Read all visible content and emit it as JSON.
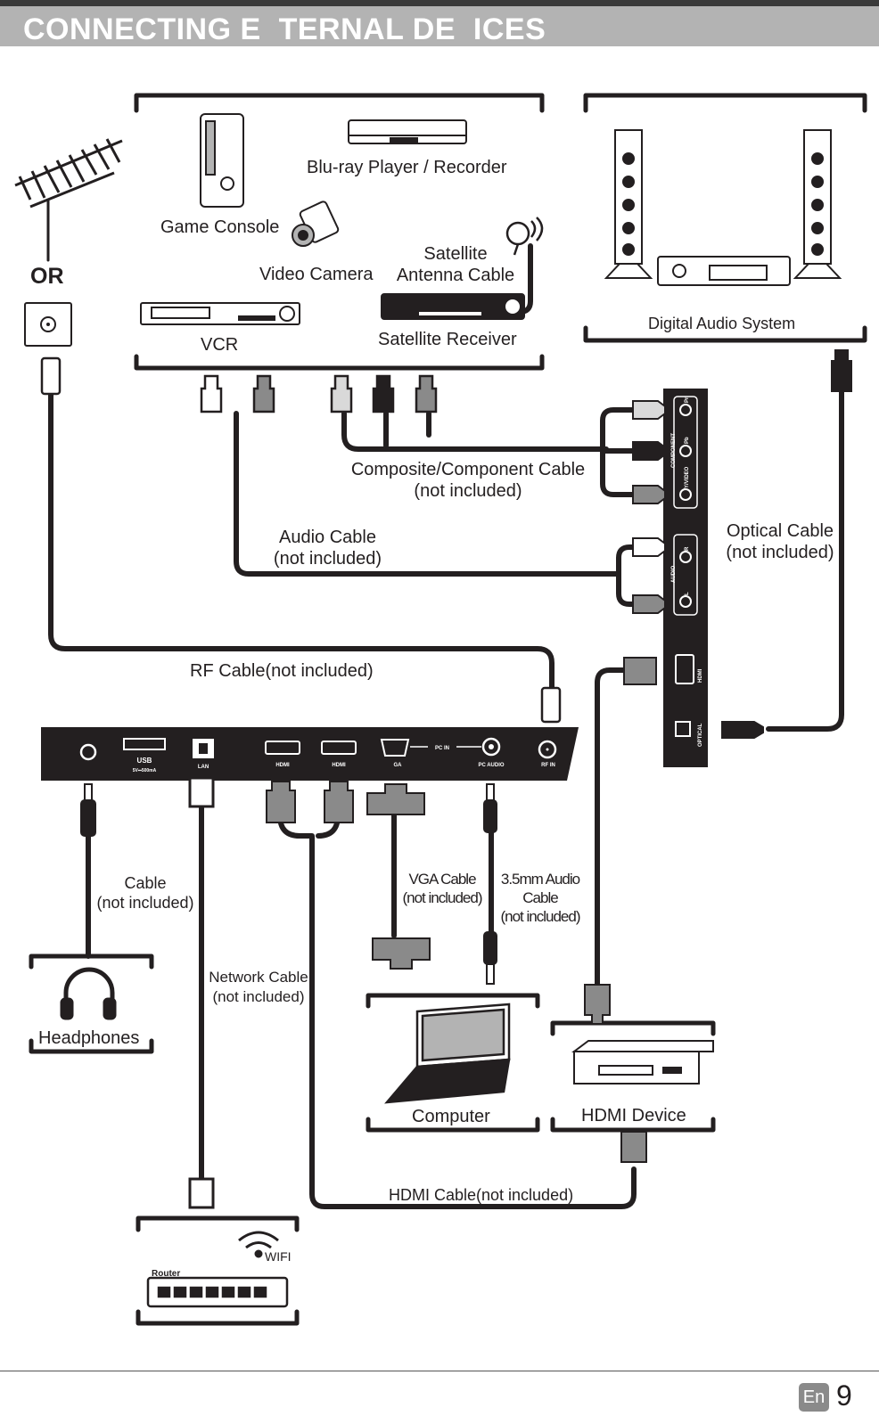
{
  "header": {
    "title": "CONNECTING E  TERNAL DE  ICES"
  },
  "devices": {
    "game_console": "Game Console",
    "bluray": "Blu-ray Player / Recorder",
    "video_camera": "Video Camera",
    "satellite_antenna_line1": "Satellite",
    "satellite_antenna_line2": "Antenna Cable",
    "vcr": "VCR",
    "satellite_receiver": "Satellite Receiver",
    "digital_audio": "Digital Audio System",
    "headphones": "Headphones",
    "computer": "Computer",
    "hdmi_device": "HDMI Device",
    "router": "Router",
    "wifi": "WIFI",
    "or": "OR"
  },
  "cables": {
    "composite_line1": "Composite/Component Cable",
    "composite_line2": "(not included)",
    "audio_line1": "Audio Cable",
    "audio_line2": "(not included)",
    "optical_line1": "Optical Cable",
    "optical_line2": "(not included)",
    "rf": "RF Cable(not included)",
    "hp_line1": "Cable",
    "hp_line2": "(not included)",
    "network_line1": "Network Cable",
    "network_line2": "(not included)",
    "vga_line1": "VGA Cable",
    "vga_line2": "(not included)",
    "audio35_line1": "3.5mm Audio",
    "audio35_line2": "Cable",
    "audio35_line3": "(not included)",
    "hdmi": "HDMI Cable(not included)"
  },
  "bottom_panel": {
    "usb": "USB",
    "usb_rating": "5V⎓500mA",
    "lan": "LAN",
    "hdmi1": "HDMI",
    "hdmi2": "HDMI",
    "vga": "GA",
    "pc_in": "PC IN",
    "pc_audio": "PC AUDIO",
    "rf_in": "RF IN"
  },
  "side_panel": {
    "pr": "Pr",
    "pb": "Pb",
    "component": "COMPONENT",
    "yvideo": "Y/VIDEO",
    "r": "R",
    "audio": "AUDIO",
    "l": "L",
    "hdmi": "HDMI",
    "optical": "OPTICAL"
  },
  "footer": {
    "lang": "En",
    "page": "9"
  },
  "colors": {
    "header_bg": "#b3b3b3",
    "header_top": "#3a3a3a",
    "cable": "#231f20",
    "panel": "#231f20",
    "plug_grey": "#8a8a8a"
  }
}
